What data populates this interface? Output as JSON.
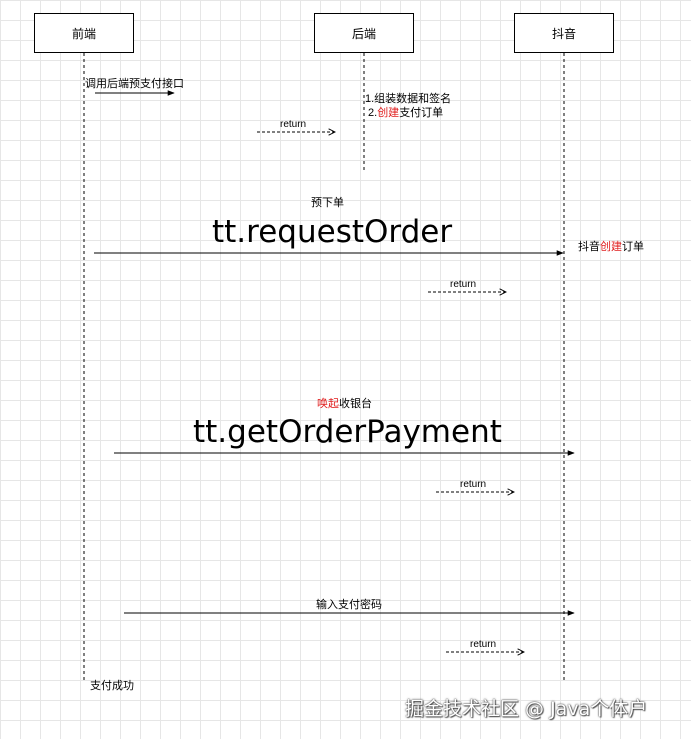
{
  "lanes": {
    "frontend": "前端",
    "backend": "后端",
    "douyin": "抖音"
  },
  "messages": {
    "m1": "调用后端预支付接口",
    "m2_line1": "1.组装数据和签名",
    "m2_line2_prefix": "2.",
    "m2_line2_red": "创建",
    "m2_line2_suffix": "支付订单",
    "r1": "return",
    "m3_caption": "预下单",
    "m3_api": "tt.requestOrder",
    "m3_note_prefix": "抖音",
    "m3_note_red": "创建",
    "m3_note_suffix": "订单",
    "r2": "return",
    "m4_caption_red": "唤起",
    "m4_caption_suffix": "收银台",
    "m4_api": "tt.getOrderPayment",
    "r3": "return",
    "m5": "输入支付密码",
    "r4": "return",
    "end": "支付成功"
  },
  "watermark": "掘金技术社区 @ Java个体户",
  "colors": {
    "highlight": "#e02020",
    "grid": "#e6e6e6"
  }
}
